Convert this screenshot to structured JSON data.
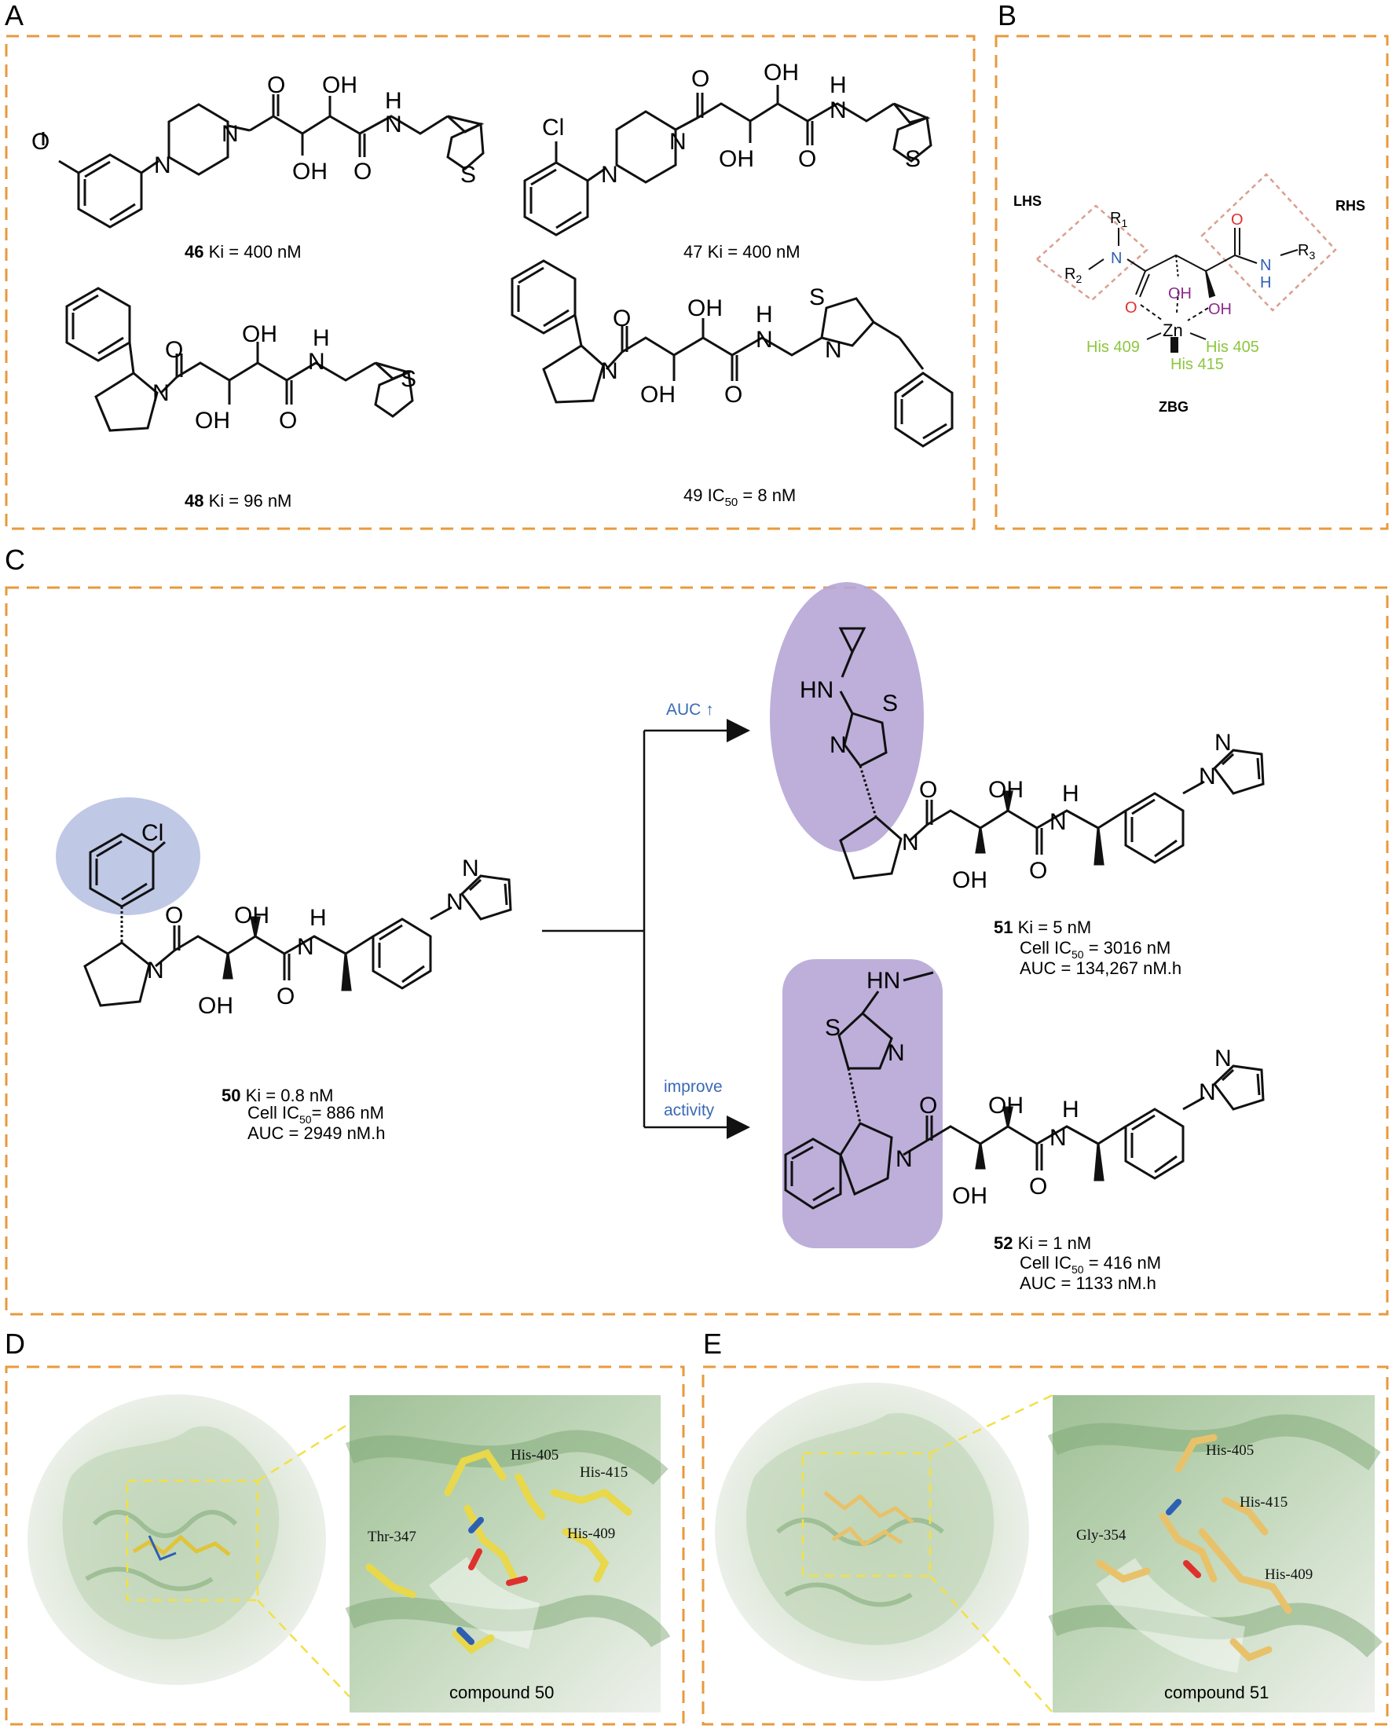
{
  "panels": {
    "A": "A",
    "B": "B",
    "C": "C",
    "D": "D",
    "E": "E"
  },
  "panel_a": {
    "c46": {
      "id": "46",
      "text": " Ki = 400 nM"
    },
    "c47": {
      "text": "47 Ki = 400 nM"
    },
    "c48": {
      "id": "48",
      "text": " Ki = 96 nM"
    },
    "c49": {
      "pre": "49 IC",
      "sub": "50",
      "post": " = 8 nM"
    }
  },
  "panel_b": {
    "lhs": "LHS",
    "rhs": "RHS",
    "zbg": "ZBG",
    "zn": "Zn",
    "his409": "His 409",
    "his405": "His 405",
    "his415": "His 415",
    "r1": "R",
    "r1_sub": "1",
    "r2": "R",
    "r2_sub": "2",
    "r3": "R",
    "r3_sub": "3"
  },
  "panel_c": {
    "arrow_up_label": "AUC ↑",
    "arrow_down_label_1": "improve",
    "arrow_down_label_2": "activity",
    "c50": {
      "id": "50",
      "ki": " Ki = 0.8 nM",
      "cell_pre": "Cell IC",
      "cell_sub": "50",
      "cell_post": "= 886 nM",
      "auc": "AUC = 2949 nM.h"
    },
    "c51": {
      "id": "51",
      "ki": " Ki = 5 nM",
      "cell_pre": "Cell IC",
      "cell_sub": "50",
      "cell_post": " = 3016 nM",
      "auc": "AUC = 134,267 nM.h"
    },
    "c52": {
      "id": "52",
      "ki": " Ki = 1 nM",
      "cell_pre": "Cell IC",
      "cell_sub": "50",
      "cell_post": " = 416 nM",
      "auc": "AUC = 1133 nM.h"
    }
  },
  "panel_d": {
    "residues": [
      "His-405",
      "His-415",
      "Thr-347",
      "His-409"
    ],
    "caption": "compound 50"
  },
  "panel_e": {
    "residues": [
      "His-405",
      "His-415",
      "Gly-354",
      "His-409"
    ],
    "caption": "compound 51"
  },
  "atoms": {
    "O": "O",
    "OH": "OH",
    "N": "N",
    "H": "H",
    "S": "S",
    "Cl": "Cl",
    "HN": "HN",
    "HN_dash": "HN"
  },
  "colors": {
    "frame": "#e89a3c",
    "lhs_rhs_box": "#d9a08e",
    "blue_highlight": "#b8c2e2",
    "purple_highlight": "#b6a6d6",
    "his_green": "#8cc63f",
    "n_blue": "#2d5fb4",
    "o_red": "#e0302e",
    "oh_purple": "#8b2a8b",
    "arrow_label_blue": "#3a6ab5",
    "protein_green": "#a8c9a0"
  }
}
